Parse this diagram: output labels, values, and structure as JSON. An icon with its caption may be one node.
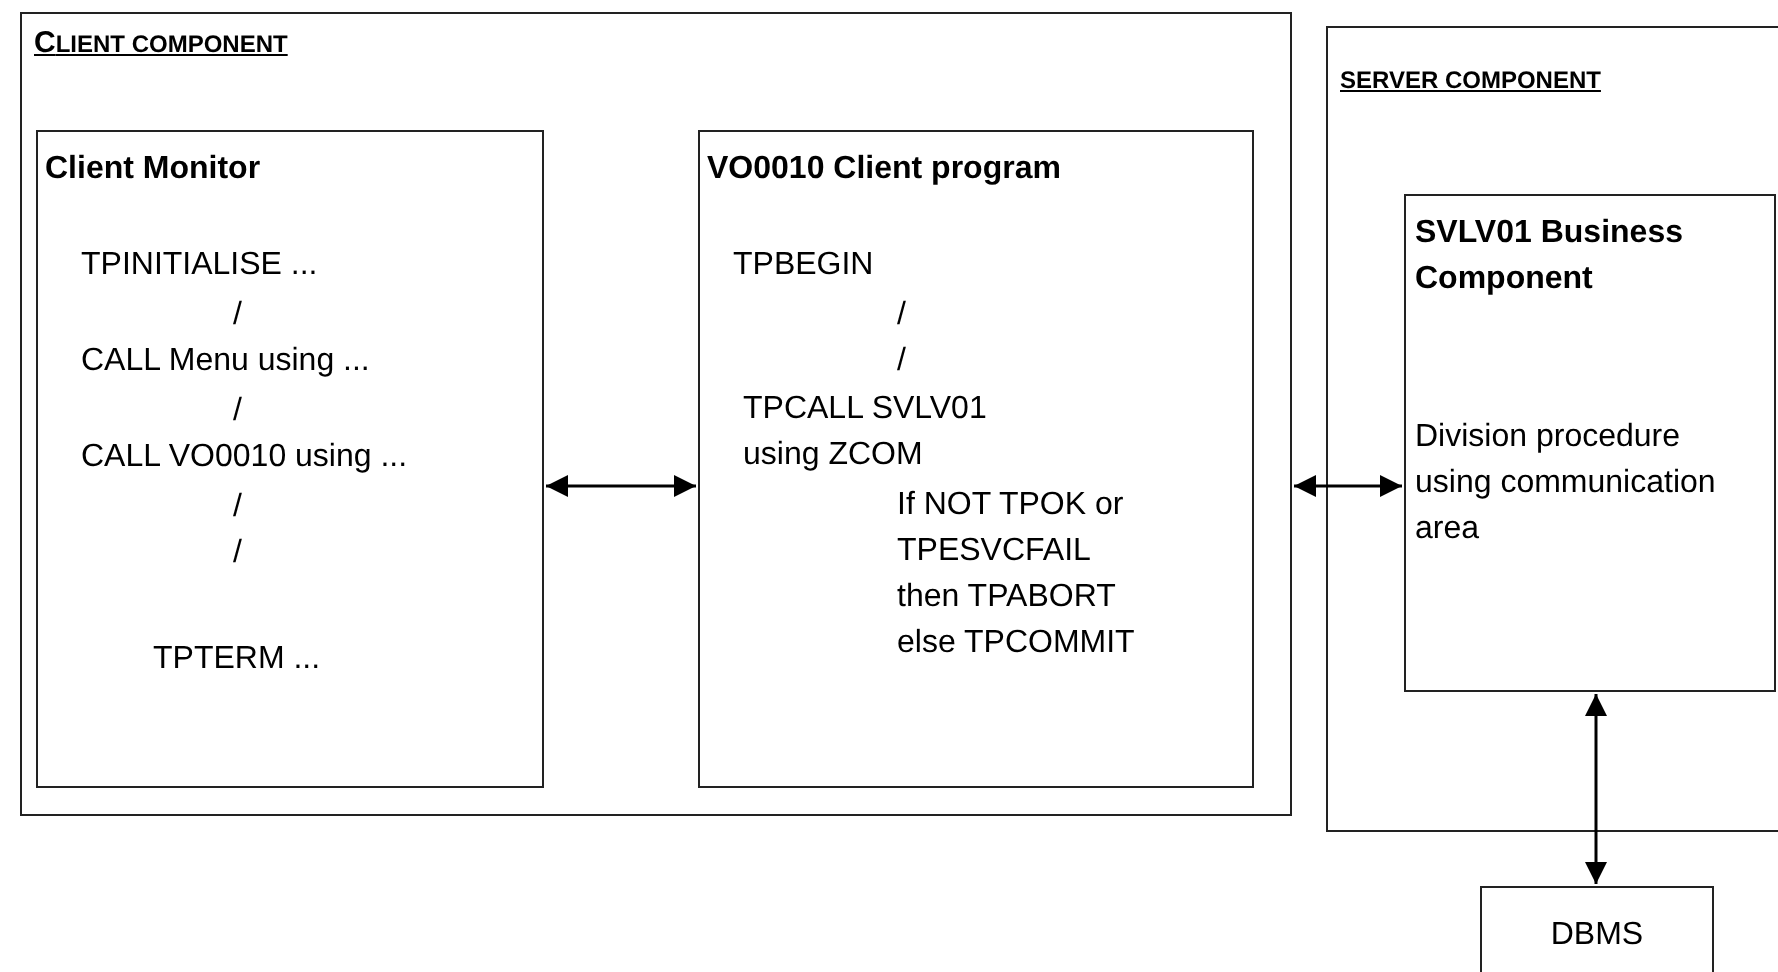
{
  "diagram": {
    "nodes": [
      {
        "text": [
          "CLIENT COMPONENT"
        ]
      },
      {
        "text": [
          "Client Monitor",
          "TPINITIALISE ...",
          "/",
          "CALL Menu using ...",
          "/",
          "CALL VO0010 using ...",
          "/",
          "/",
          "TPTERM ..."
        ],
        "in": 0
      },
      {
        "text": [
          "VO0010 Client program",
          "TPBEGIN",
          "/",
          "/",
          "TPCALL SVLV01 using ZCOM",
          "If NOT TPOK or TPESVCFAIL then TPABORT else TPCOMMIT"
        ],
        "in": 0
      },
      {
        "text": [
          "SERVER COMPONENT"
        ]
      },
      {
        "text": [
          "SVLV01 Business Component",
          "Division procedure using communication area"
        ],
        "in": 3
      },
      {
        "text": [
          "DBMS"
        ]
      }
    ],
    "edges": [
      {
        "from": 1,
        "to": 2,
        "arrow": "both"
      },
      {
        "from": 0,
        "to": 4,
        "arrow": "both"
      },
      {
        "from": 4,
        "to": 5,
        "arrow": "both"
      }
    ]
  }
}
